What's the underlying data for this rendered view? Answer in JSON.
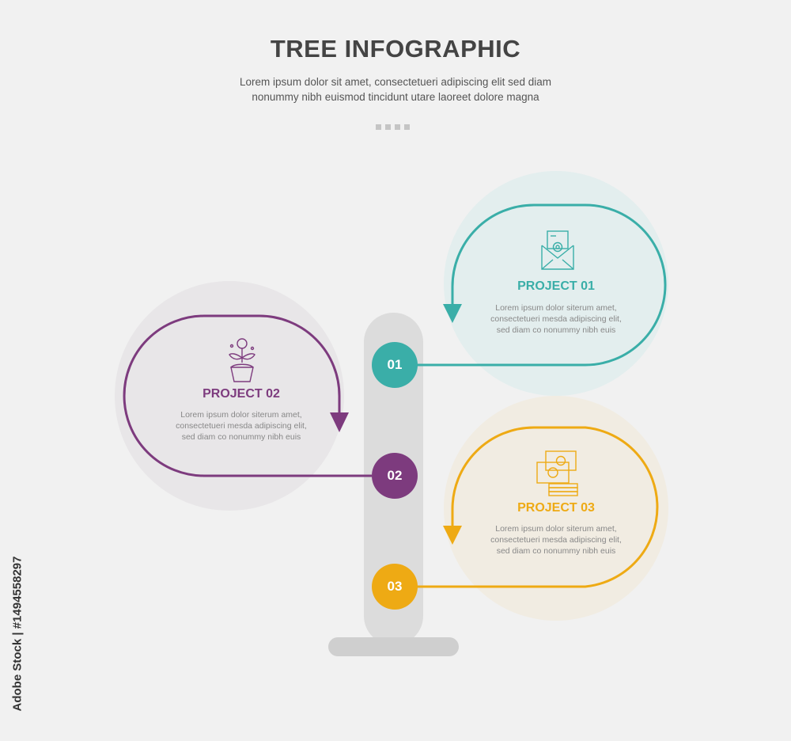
{
  "header": {
    "title": "TREE INFOGRAPHIC",
    "subtitle": "Lorem ipsum dolor sit amet, consectetueri adipiscing elit sed diam nonummy nibh euismod tincidunt utare laoreet dolore magna"
  },
  "items": [
    {
      "number": "01",
      "title": "PROJECT 01",
      "text": "Lorem ipsum dolor siterum amet, consectetueri mesda adipiscing elit, sed diam co nonummy nibh euis",
      "color": "#3aaea8",
      "icon": "email-settings-icon"
    },
    {
      "number": "02",
      "title": "PROJECT 02",
      "text": "Lorem ipsum dolor siterum amet, consectetueri mesda adipiscing elit, sed diam co nonummy nibh euis",
      "color": "#7d3b7e",
      "icon": "money-plant-pot-icon"
    },
    {
      "number": "03",
      "title": "PROJECT 03",
      "text": "Lorem ipsum dolor siterum amet, consectetueri mesda adipiscing elit, sed diam co nonummy nibh euis",
      "color": "#eeaa14",
      "icon": "money-bills-coins-icon"
    }
  ],
  "watermark": "Adobe Stock | #1494558297"
}
